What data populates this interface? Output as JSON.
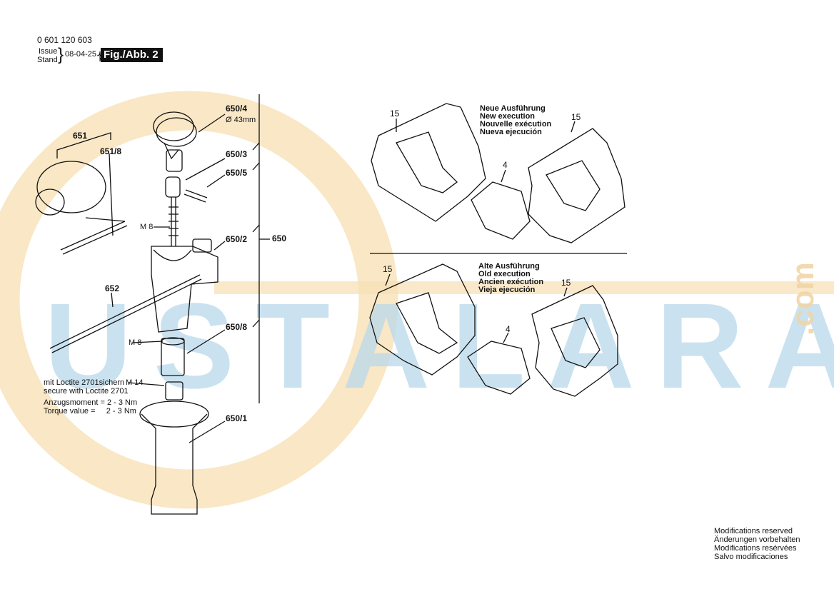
{
  "header": {
    "part_number": "0 601 120 603",
    "issue_label": "Issue",
    "stand_label": "Stand",
    "date": "08-04-25",
    "fig_label": "Fig./Abb. 2"
  },
  "watermark": {
    "brand": "USTALARA",
    "suffix": ".com",
    "color_blue": "#b9d9ec",
    "color_orange": "#f7dfb3"
  },
  "parts": {
    "p650_4": "650/4",
    "p650_4_spec": "Ø 43mm",
    "p651": "651",
    "p651_8": "651/8",
    "p650_3": "650/3",
    "p650_5": "650/5",
    "m8_top": "M 8",
    "p650_2": "650/2",
    "p650": "650",
    "p652": "652",
    "m8_bottom": "M 8",
    "p650_8": "650/8",
    "m14": "M 14",
    "p650_1": "650/1",
    "p15_new_left": "15",
    "p15_new_right": "15",
    "p4_new": "4",
    "p15_old_left": "15",
    "p15_old_right": "15",
    "p4_old": "4"
  },
  "notes": {
    "loctite_de": "mit Loctite 2701sichern",
    "loctite_en": "secure with Loctite 2701",
    "torque_de": "Anzugsmoment = 2 - 3 Nm",
    "torque_en": "Torque value =     2 - 3 Nm"
  },
  "new_execution": [
    "Neue Ausführung",
    "New execution",
    "Nouvelle exécution",
    "Nueva ejecución"
  ],
  "old_execution": [
    "Alte Ausführung",
    "Old execution",
    "Ancien exécution",
    "Vieja ejecución"
  ],
  "footer": [
    "Modifications reserved",
    "Änderungen vorbehalten",
    "Modifications resérvées",
    "Salvo modificaciones"
  ]
}
